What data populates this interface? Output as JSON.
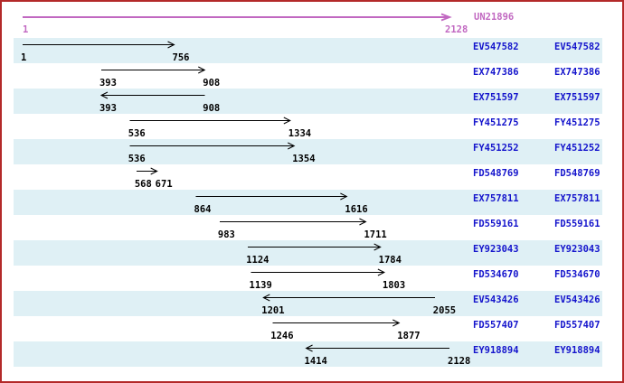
{
  "ruler": {
    "id_label": "UN21896",
    "start_label": "1",
    "end_label": "2128"
  },
  "scale": {
    "min": 1,
    "max": 2128
  },
  "colors": {
    "magenta_accent": "#c168c1",
    "accession_blue": "#1414cc",
    "row_band_cyan": "#dff0f5",
    "row_band_white": "#ffffff",
    "arrow_black": "#000000",
    "border_red": "#b32929"
  },
  "rows": [
    {
      "accession": "EV547582",
      "start": 1,
      "end": 756,
      "direction": "right"
    },
    {
      "accession": "EX747386",
      "start": 393,
      "end": 908,
      "direction": "right"
    },
    {
      "accession": "EX751597",
      "start": 393,
      "end": 908,
      "direction": "left"
    },
    {
      "accession": "FY451275",
      "start": 536,
      "end": 1334,
      "direction": "right"
    },
    {
      "accession": "FY451252",
      "start": 536,
      "end": 1354,
      "direction": "right"
    },
    {
      "accession": "FD548769",
      "start": 568,
      "end": 671,
      "direction": "right"
    },
    {
      "accession": "EX757811",
      "start": 864,
      "end": 1616,
      "direction": "right"
    },
    {
      "accession": "FD559161",
      "start": 983,
      "end": 1711,
      "direction": "right"
    },
    {
      "accession": "EY923043",
      "start": 1124,
      "end": 1784,
      "direction": "right"
    },
    {
      "accession": "FD534670",
      "start": 1139,
      "end": 1803,
      "direction": "right"
    },
    {
      "accession": "EV543426",
      "start": 1201,
      "end": 2055,
      "direction": "left"
    },
    {
      "accession": "FD557407",
      "start": 1246,
      "end": 1877,
      "direction": "right"
    },
    {
      "accession": "EY918894",
      "start": 1414,
      "end": 2128,
      "direction": "left"
    }
  ]
}
